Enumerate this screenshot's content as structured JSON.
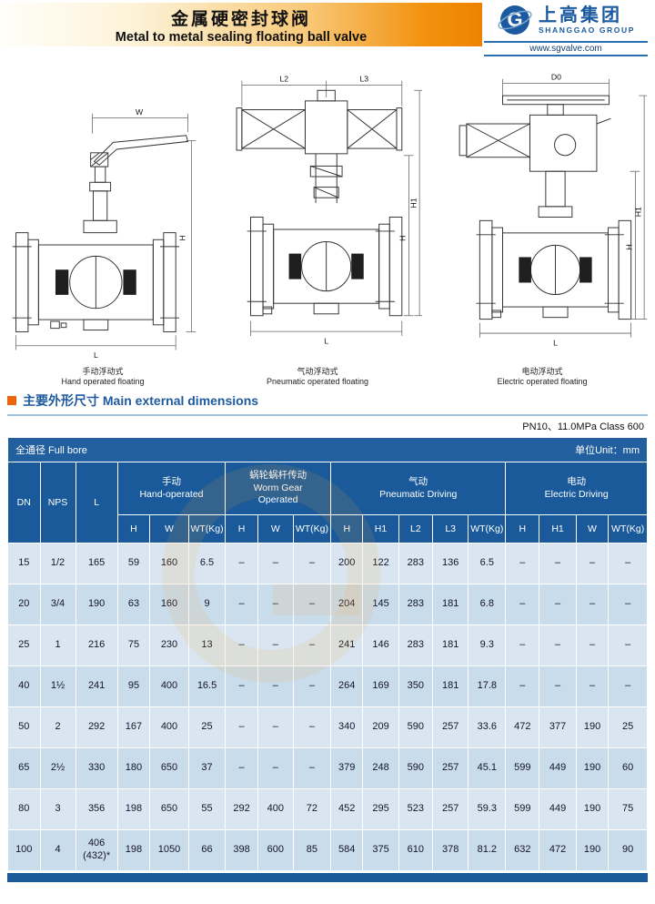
{
  "page": {
    "accent_orange": "#f08300",
    "brand_blue": "#1b5a9e",
    "table_header_blue": "#1a5a9a",
    "row_light": "#d9e6f1",
    "row_dark": "#c9dcec"
  },
  "header": {
    "title_zh": "金属硬密封球阀",
    "title_en": "Metal to metal sealing floating ball valve",
    "logo": {
      "letter": "G",
      "name_zh": "上高集团",
      "name_en": "SHANGGAO GROUP",
      "website": "www.sgvalve.com"
    }
  },
  "drawings": [
    {
      "caption_zh": "手动浮动式",
      "caption_en": "Hand operated floating",
      "dims": {
        "w": "W",
        "h": "H",
        "l": "L"
      }
    },
    {
      "caption_zh": "气动浮动式",
      "caption_en": "Pneumatic operated floating",
      "dims": {
        "l2": "L2",
        "l3": "L3",
        "h1": "H1",
        "h": "H",
        "l": "L"
      }
    },
    {
      "caption_zh": "电动浮动式",
      "caption_en": "Electric operated floating",
      "dims": {
        "d0": "D0",
        "h1": "H1",
        "h": "H",
        "l": "L"
      }
    }
  ],
  "section": {
    "title": "主要外形尺寸 Main external dimensions",
    "pressure_note": "PN10、11.0MPa Class 600"
  },
  "table": {
    "full_bore": "全通径 Full bore",
    "unit": "单位Unit：mm",
    "base_cols": [
      "DN",
      "NPS",
      "L"
    ],
    "groups": [
      {
        "zh": "手动",
        "en": "Hand-operated",
        "cols": [
          "H",
          "W",
          "WT(Kg)"
        ]
      },
      {
        "zh": "蜗轮蜗杆传动",
        "en": "Worm Gear\nOperated",
        "cols": [
          "H",
          "W",
          "WT(Kg)"
        ]
      },
      {
        "zh": "气动",
        "en": "Pneumatic Driving",
        "cols": [
          "H",
          "H1",
          "L2",
          "L3",
          "WT(Kg)"
        ]
      },
      {
        "zh": "电动",
        "en": "Electric Driving",
        "cols": [
          "H",
          "H1",
          "W",
          "WT(Kg)"
        ]
      }
    ],
    "rows": [
      [
        "15",
        "1/2",
        "165",
        "59",
        "160",
        "6.5",
        "–",
        "–",
        "–",
        "200",
        "122",
        "283",
        "136",
        "6.5",
        "–",
        "–",
        "–",
        "–"
      ],
      [
        "20",
        "3/4",
        "190",
        "63",
        "160",
        "9",
        "–",
        "–",
        "–",
        "204",
        "145",
        "283",
        "181",
        "6.8",
        "–",
        "–",
        "–",
        "–"
      ],
      [
        "25",
        "1",
        "216",
        "75",
        "230",
        "13",
        "–",
        "–",
        "–",
        "241",
        "146",
        "283",
        "181",
        "9.3",
        "–",
        "–",
        "–",
        "–"
      ],
      [
        "40",
        "1½",
        "241",
        "95",
        "400",
        "16.5",
        "–",
        "–",
        "–",
        "264",
        "169",
        "350",
        "181",
        "17.8",
        "–",
        "–",
        "–",
        "–"
      ],
      [
        "50",
        "2",
        "292",
        "167",
        "400",
        "25",
        "–",
        "–",
        "–",
        "340",
        "209",
        "590",
        "257",
        "33.6",
        "472",
        "377",
        "190",
        "25"
      ],
      [
        "65",
        "2½",
        "330",
        "180",
        "650",
        "37",
        "–",
        "–",
        "–",
        "379",
        "248",
        "590",
        "257",
        "45.1",
        "599",
        "449",
        "190",
        "60"
      ],
      [
        "80",
        "3",
        "356",
        "198",
        "650",
        "55",
        "292",
        "400",
        "72",
        "452",
        "295",
        "523",
        "257",
        "59.3",
        "599",
        "449",
        "190",
        "75"
      ],
      [
        "100",
        "4",
        "406\n(432)*",
        "198",
        "1050",
        "66",
        "398",
        "600",
        "85",
        "584",
        "375",
        "610",
        "378",
        "81.2",
        "632",
        "472",
        "190",
        "90"
      ]
    ]
  }
}
